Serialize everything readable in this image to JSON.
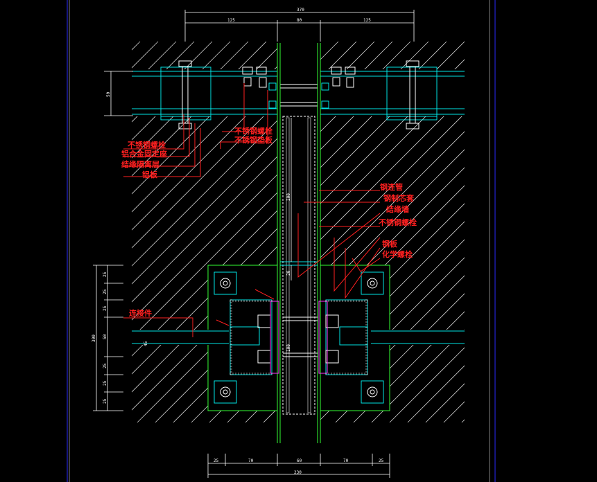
{
  "dimensions": {
    "top_total": "370",
    "top_segments": [
      "125",
      "80",
      "125"
    ],
    "bottom_total": "230",
    "bottom_segments": [
      "25",
      "70",
      "60",
      "70",
      "25"
    ],
    "left_upper": "50",
    "left_total": "300",
    "left_segments": [
      "25",
      "25",
      "25",
      "50",
      "25",
      "25",
      "25"
    ],
    "vertical_inner": [
      "200",
      "20",
      "100"
    ],
    "small_45": "45"
  },
  "labels": {
    "upper_left": [
      "不锈钢螺栓",
      "铝合金固定座",
      "结缘隔离层",
      "铝板"
    ],
    "upper_mid": [
      "不锈钢螺栓",
      "不锈钢垫板"
    ],
    "right": [
      "钢连管",
      "钢制芯套",
      "结缘墙",
      "不锈钢螺栓",
      "钢板",
      "化学螺栓"
    ],
    "left_lower": "连接件"
  },
  "colors": {
    "background": "#000000",
    "label": "#ff2020",
    "steel": "#00e5e5",
    "column": "#33ff33",
    "frame": "#2a2aff",
    "bolt": "#ff33ff"
  }
}
